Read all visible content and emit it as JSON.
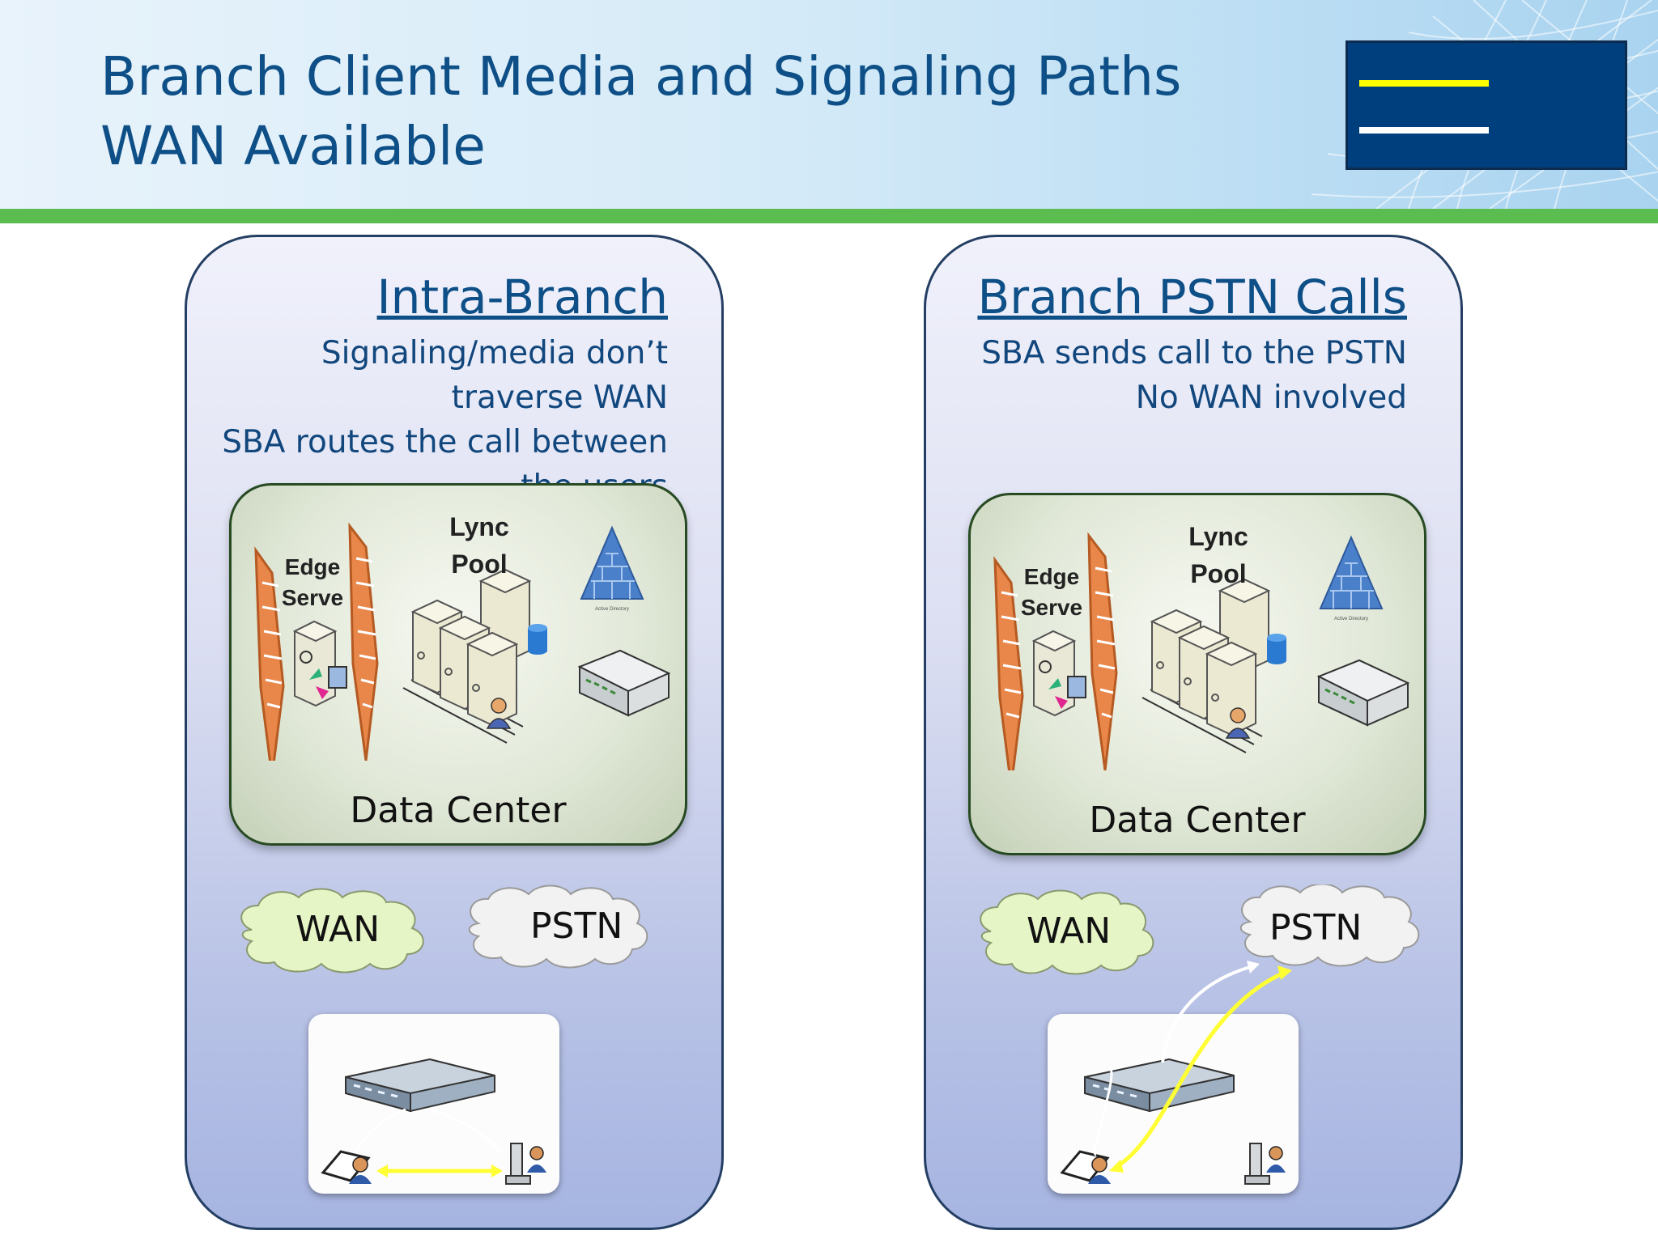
{
  "header": {
    "title": "Branch Client Media and Signaling Paths\nWAN Available",
    "logo_bar_colors": [
      "#ffff00",
      "#ffffff"
    ]
  },
  "panels": [
    {
      "heading": "Intra-Branch",
      "description": "Signaling/media don’t\ntraverse WAN\nSBA routes the call between\nthe users",
      "data_center": {
        "label": "Data Center",
        "edge_label": "Edge\nServe",
        "pool_label": "Lync\nPool"
      },
      "clouds": {
        "wan": "WAN",
        "pstn": "PSTN"
      }
    },
    {
      "heading": "Branch PSTN Calls",
      "description": "SBA sends call to the PSTN\nNo WAN involved",
      "data_center": {
        "label": "Data Center",
        "edge_label": "Edge\nServe",
        "pool_label": "Lync\nPool"
      },
      "clouds": {
        "wan": "WAN",
        "pstn": "PSTN"
      }
    }
  ],
  "colors": {
    "title": "#0d4f86",
    "panel_border": "#243f63",
    "green_rule": "#5bbd4f",
    "wan_cloud": "#e6f5c6",
    "pstn_cloud": "#f2f2f2",
    "call_path": "#ffff33",
    "firewall": "#e9874a",
    "active_directory": "#4a7fc9"
  },
  "icons": [
    "firewall-icon",
    "edge-server-icon",
    "server-pool-icon",
    "database-icon",
    "user-icon",
    "active-directory-icon",
    "gateway-icon",
    "laptop-user-icon",
    "ip-phone-icon",
    "sba-appliance-icon",
    "cloud-icon"
  ]
}
